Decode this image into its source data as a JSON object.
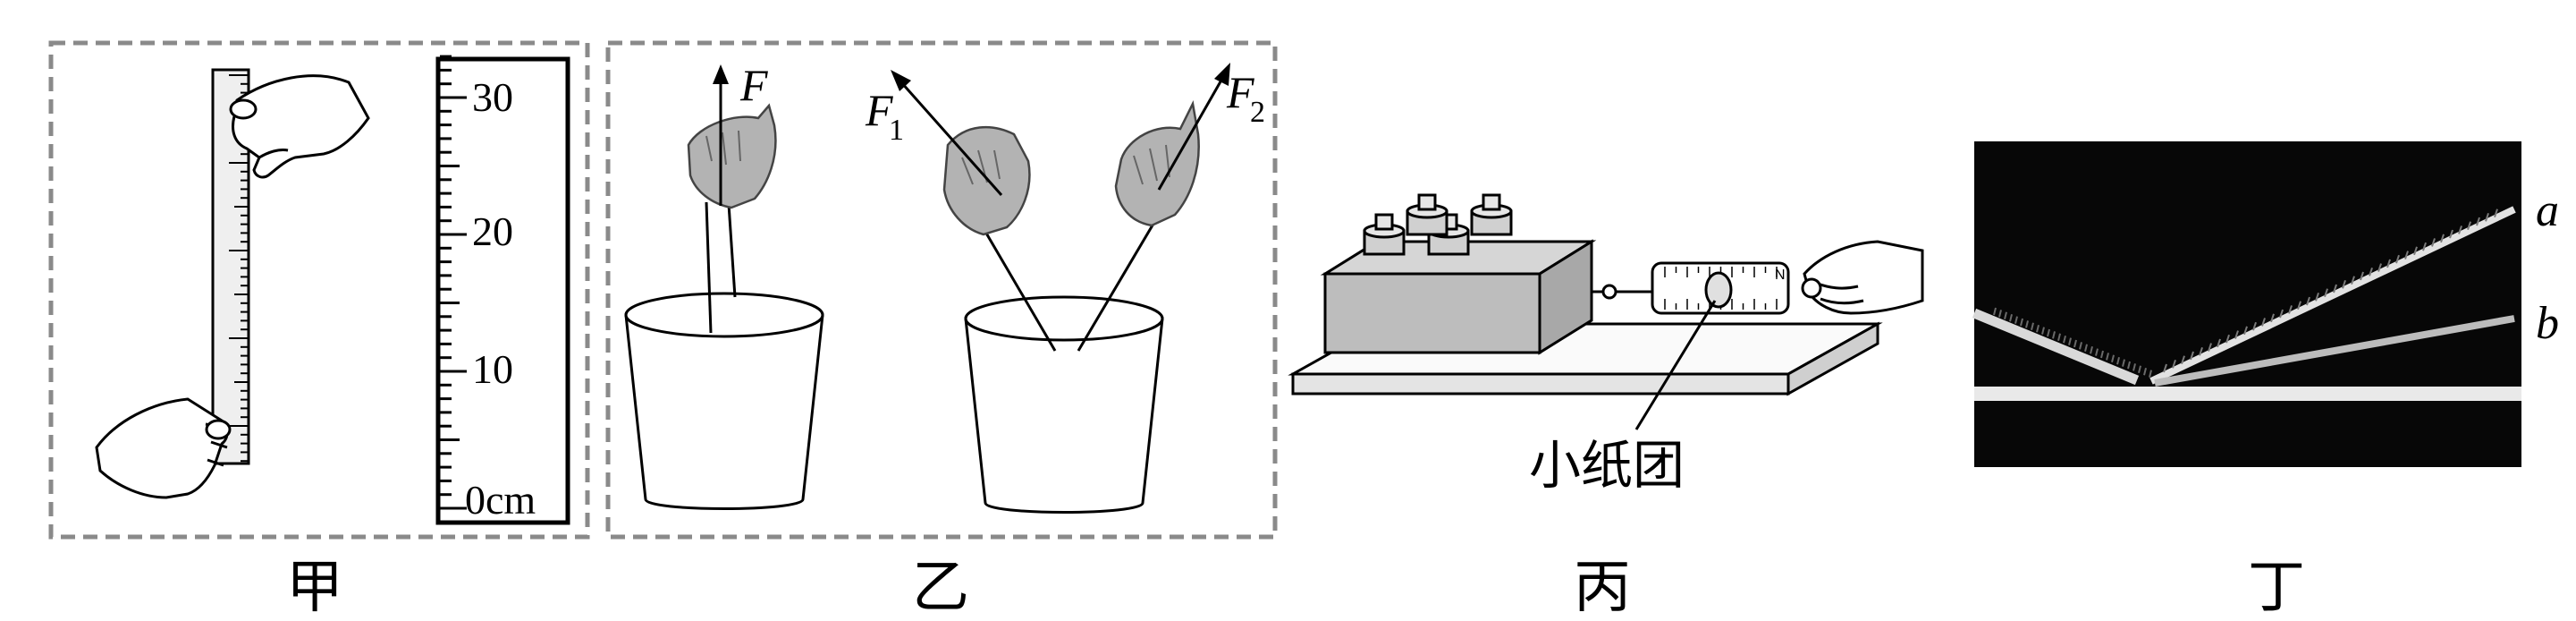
{
  "panels": {
    "jia": {
      "caption": "甲",
      "scale_unit": "0cm",
      "scale_labels": [
        "30",
        "20",
        "10"
      ]
    },
    "yi": {
      "caption": "乙",
      "force_single": "F",
      "force_left": "F",
      "force_left_sub": "1",
      "force_right": "F",
      "force_right_sub": "2"
    },
    "bing": {
      "caption": "丙",
      "callout": "小纸团",
      "spring_scale_unit": "N"
    },
    "ding": {
      "caption": "丁",
      "label_a": "a",
      "label_b": "b"
    }
  },
  "colors": {
    "frame_dash": "#8a8a8a",
    "photo_bg": "#070707",
    "gray_fill": "#bdbdbd"
  }
}
